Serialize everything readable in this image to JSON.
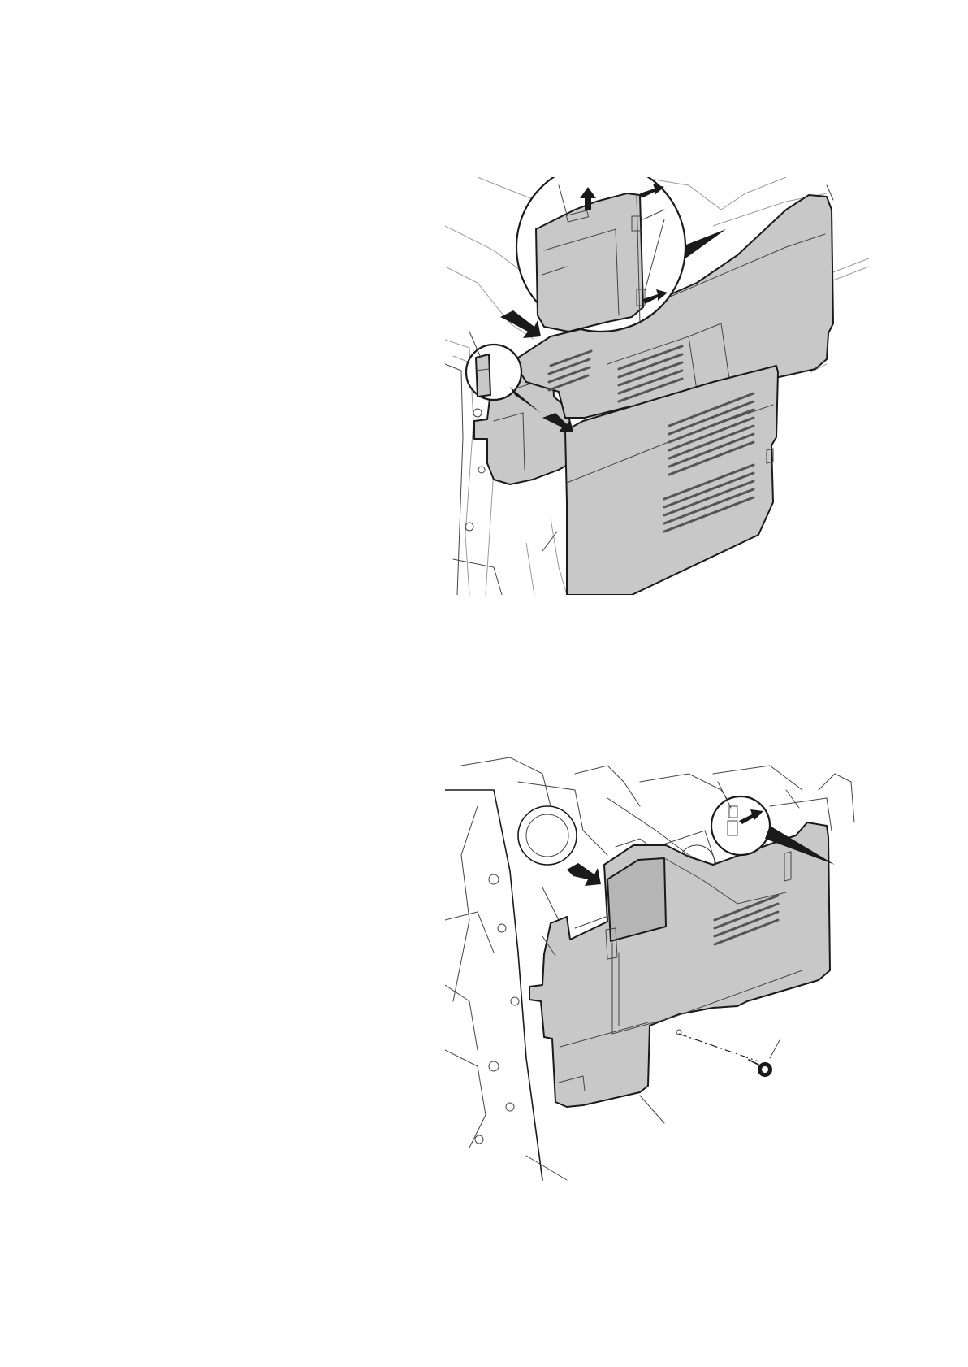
{
  "figures": [
    {
      "kind": "service-manual-exploded-view",
      "parts": [
        "rear-upper-cover",
        "rear-lower-cover",
        "left-side-panel",
        "magnified-callout-latches",
        "magnified-callout-hook"
      ],
      "arrow_count": 6
    },
    {
      "kind": "service-manual-exploded-view",
      "parts": [
        "lower-side-cover",
        "screw",
        "magnified-callout-hook",
        "chassis-frame"
      ],
      "arrow_count": 2
    }
  ],
  "colors": {
    "panel_fill": "#c8c8c8",
    "outline": "#1a1a1a",
    "background": "#ffffff"
  }
}
